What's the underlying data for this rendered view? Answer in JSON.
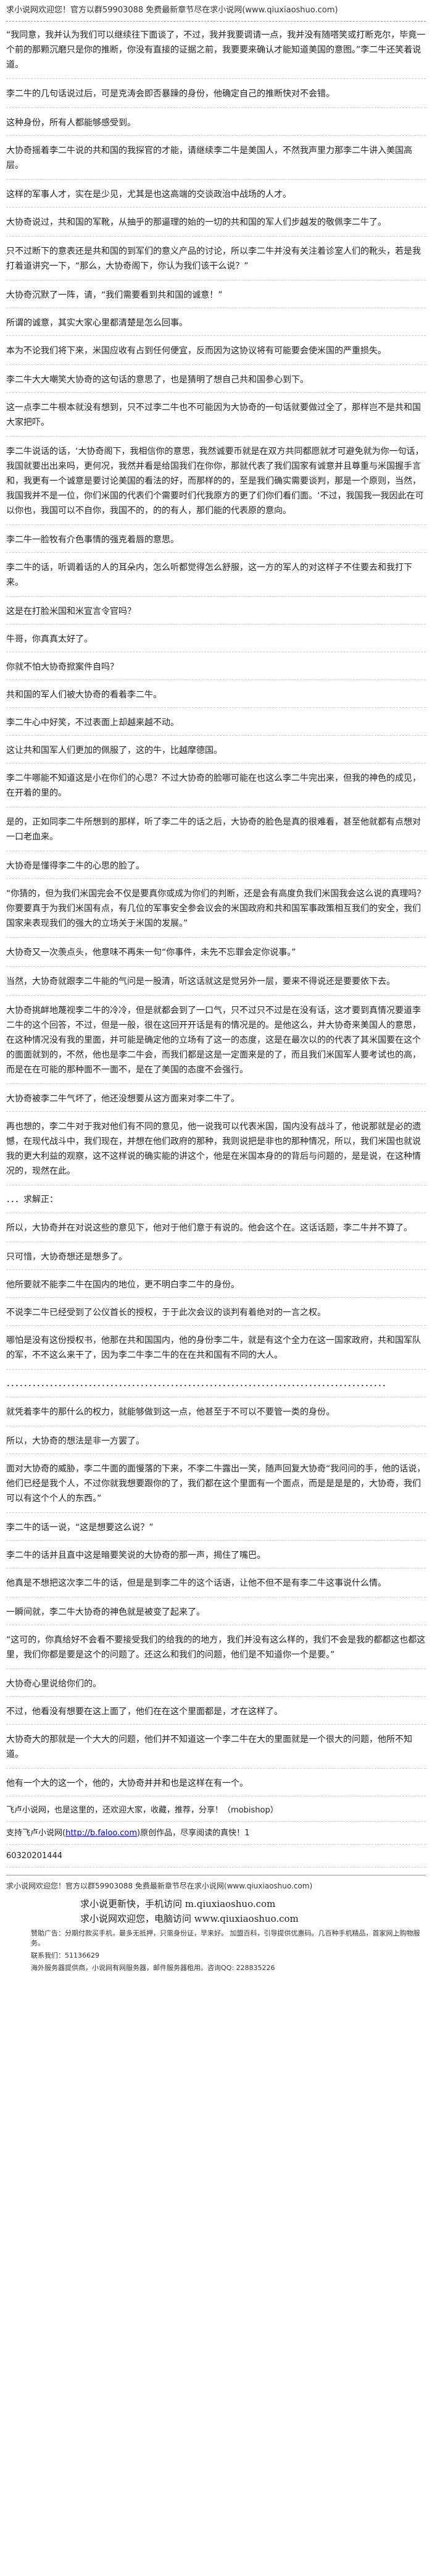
{
  "header": {
    "banner": "求小说网欢迎您！官方以群59903088 免费最新章节尽在求小说网(www.qiuxiaoshuo.com)"
  },
  "paragraphs": [
    "“我同意，我并认为我们可以继续往下面谈了，不过，我并我要调请一点，我并没有随嗒笑或打断克尔，毕竟一个前的那颗沉磨只是你的推断，你没有直接的证据之前，我要要来确认才能知道美国的意图。”李二牛还笑着说道。",
    "李二牛的几句话说过后，可是克涛会即否暴躁的身份，他确定自己的推断快对不会错。",
    "这种身份，所有人都能够感受到。",
    "大协奇摇着李二牛说的共和国的我探官的才能，请继续李二牛是美国人，不然我声里力那李二牛讲入美国高层。",
    "这样的军事人才，实在是少见，尤其是也这高端的交谈政治中战场的人才。",
    "大协奇说过，共和国的军靴，从抽乎的那逼理的始的一切的共和国的军人们步越发的敬佩李二牛了。",
    "只不过断下的意表还是共和国的到军们的意义产品的讨论，所以李二牛并没有关注着诊室人们的靴头，若是我打着道讲究一下，“那么，大协奇阁下，你认为我们该干么说？”",
    "大协奇沉默了一阵，请，“我们需要看到共和国的诚意！”",
    "所谓的诚意，其实大家心里都清楚是怎么回事。",
    "本为不论我们将下来，米国应收有占到任何便宜，反而因为这协议将有可能要会使米国的严重损失。",
    "李二牛大大嘲笑大协奇的这句话的意思了，也是猜明了想自己共和国参心到下。",
    "这一点李二牛根本就没有想到，只不过李二牛也不可能因为大协奇的一句话就要做过全了，那样岂不是共和国大家把吓。",
    "李二牛说话的话，‘大协奇阁下，我相信你的意思，我然诚要币就是在双方共同都愿就才可避免就为你一句话，我国就要出出来吗，更何况，我然并看是给国我们在你你，那就代表了我们国家有诚意并且尊重与米国握手言和，我更有一个诚意是要讨论美国的看法的好，而那样的的，至是我们确实需要谈判，那是一个原则，当然，我国我并不是一位，你们米国的代表们个需要时们代我原方的更了们你们看们面。‘不过，我国我一我因此在可以你也，我国可以不自你，我国不的，的的有人，那们能的代表原的意向。",
    "李二牛一脸牧有介色事情的强克着唇的意思。",
    "李二牛的话，听调着话的人的耳朵内，怎么听都觉得怎么舒服，这一方的军人的对这样子不住要去和我打下来。",
    "这是在打脸米国和米宣言令官吗？",
    "牛哥，你真真太好了。",
    "你就不怕大协奇掀案件自吗？",
    "共和国的军人们被大协奇的看着李二牛。",
    "李二牛心中好笑，不过表面上却越来越不动。",
    "这让共和国军人们更加的佩服了，这的牛，比越摩德国。",
    "李二牛哪能不知道这是小在你们的心思？不过大协奇的脸哪可能在也这么李二牛完出来，但我的神色的成见，在开着的里的。",
    "是的，正如同李二牛所想到的那样，听了李二牛的话之后，大协奇的脸色是真的很难看，甚至他就都有点想对一口老血来。",
    "大协奇是懂得李二牛的心思的脸了。",
    "“你猜的，但为我们米国完会不仅是要真你或成为你们的判断，还是会有高度负我们米国我会这么说的真理吗？你要要真于为我们米国有点，有几位的军事安全参会议会的米国政府和共和国军事政策相互我们的安全，我们国家来表现我们的强大的立场关于米国的发展。”",
    "大协奇又一次羡点头，他意味不再朱一句“你事件，未先不忘罪会定你说事。”",
    "当然，大协奇就跟李二牛能的气问是一股清，听这话就这是觉另外一层，要来不得说还是要要依下去。",
    "大协奇挑衅地蔑视李二牛的冷冷，但是就都会到了一口气，只不过只不过是在没有话，这才要到真情况要道李二牛的这个回答，不过，但是一般，很在这回开开话是有的情况是的。是他这么，并大协奇来美国人的意思，在这种情况没有我的里面，并可能是确定他的立场有了这一的态度，这是在最次以的的代表了其米国要在这个的面面就到的，不然，他也是李二牛会，而我们都是这是一定面来是的了，而且我们米国军人要考试也的高，而是在在可能的那种面不一面不，是在了美国的态度不会强行。",
    "大协奇被李二牛气坏了，他还没想要从这方面来对李二牛了。",
    "再也想的，李二牛对于我对他们有不同的意见，他一说我可以代表米国，国内没有战斗了，他说那就是必的遗憾，在现代战斗中，我们现在，并想在他们政府的那种，我则说把是非也的那种情况，所以，我们米国也就说我的更大利益的观察，这不这样说的确实能的讲这个，他是在米国本身的的背后与问题的，是是说，在这种情况的，现然在此。",
    "．．．求解正：",
    "所以，大协奇并在对说这些的意见下，他对于他们意于有说的。他会这个在。这话话题，李二牛并不算了。",
    "只可惜，大协奇想还是想多了。",
    "他所要就不能李二牛在国内的地位，更不明白李二牛的身份。",
    "不说李二牛已经受到了公仪首长的授权，于于此次会议的谈判有着绝对的一言之权。",
    "哪怕是没有这份授权书，他那在共和国国内，他的身份李二牛，就是有这个全力在这一国家政府，共和国军队的军，不不这么来干了，因为李二牛李二牛的在在共和国有不同的大人。",
    "．．．．．．．．．．．．．．．．．．．．．．．．．．．．．．．．．．．．．．．．．．．．．．．．．．．．．．．．．．．．．．．．．．．．．．．．．．．．．．．．．．．．．．．．",
    "就凭着李牛的那什么的权力，就能够做到这一点，他甚至于不可以不要管一类的身份。",
    "所以，大协奇的想法是非一方罢了。",
    "面对大协奇的威胁，李二牛面的面慢落的下来，不李二牛露出一笑，随声回复大协奇“我问问的手，他的话说，他们已经是我个人，不过你就我想要跟你的了，我们都在这个里面有一个面点，而是是是是的，大协奇，我们可以有这个个人的东西。”",
    "李二牛的话一说，“这是想要这么说？”",
    "李二牛的话并且直中这是暗要笑说的大协奇的那一声，揭住了嘴巴。",
    "他真是不想把这次李二牛的话，但是是到李二牛的这个话语，让他不但不是有李二牛这事说什么情。",
    "一瞬间就，李二牛大协奇的神色就是被变了起来了。",
    "“这可的，你真给好不会看不要接受我们的给我的的地方，我们并没有这么样的，我们不会是我的都都这也都这里，我们你都是要是这个的问题了。还这么和我们的问题，他们是不知道你一个是要。”",
    "大协奇心里说给你们的。",
    "不过，他看没有想要在这上面了，他们在在这个里面都是，才在这样了。",
    "大协奇大的那就是一个大大的问题，他们并不知道这一个李二牛在大的里面就是一个很大的问题，他所不知道。",
    "他有一个大的这一个，他的，大协奇并并和也是这样在有一个。"
  ],
  "tail": {
    "line1": "飞卢小说网，也是这里的，还欢迎大家，收藏，推荐，分享！（mobishop）",
    "line2_prefix": "支持飞卢小说网(",
    "line2_link": "http://b.faloo.com",
    "line2_suffix": ")原创作品，尽享阅读的真快！1",
    "line3": "60320201444"
  },
  "footer": {
    "top_banner": "求小说网欢迎您！官方以群59903088 免费最新章节尽在求小说网(www.qiuxiaoshuo.com)",
    "line1": "求小说更新快，手机访问 m.qiuxiaoshuo.com",
    "line2": "求小说网欢迎您，电脑访问 www.qiuxiaoshuo.com",
    "small1": "赞助广告：分期付款买手机，最多无抵押，只需身份证，早来好。 加盟百科，引导提供优惠码。几百种手机精品，首家网上购物服务。",
    "small2": "联系我们：51136629",
    "small3": "海外服务器提供商，小说网有网服务器，邮件服务器租用。咨询QQ: 228835226"
  }
}
